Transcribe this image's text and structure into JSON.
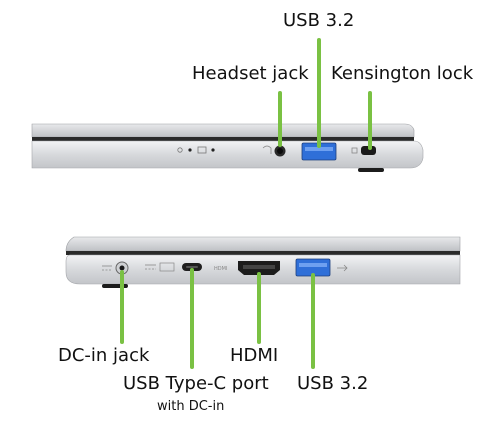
{
  "labels": {
    "top_usb": "USB 3.2",
    "headset_jack": "Headset jack",
    "kensington_lock": "Kensington lock",
    "dc_in_jack": "DC-in jack",
    "usb_type_c_port": "USB Type-C port",
    "with_dc_in": "with DC-in",
    "hdmi": "HDMI",
    "bottom_usb": "USB 3.2"
  },
  "colors": {
    "callout": "#7ac143",
    "usb_blue": "#2f6fd8",
    "chassis_light": "#dcdde0",
    "chassis_mid": "#b9bbbf",
    "chassis_dark": "#1a1a1a"
  }
}
